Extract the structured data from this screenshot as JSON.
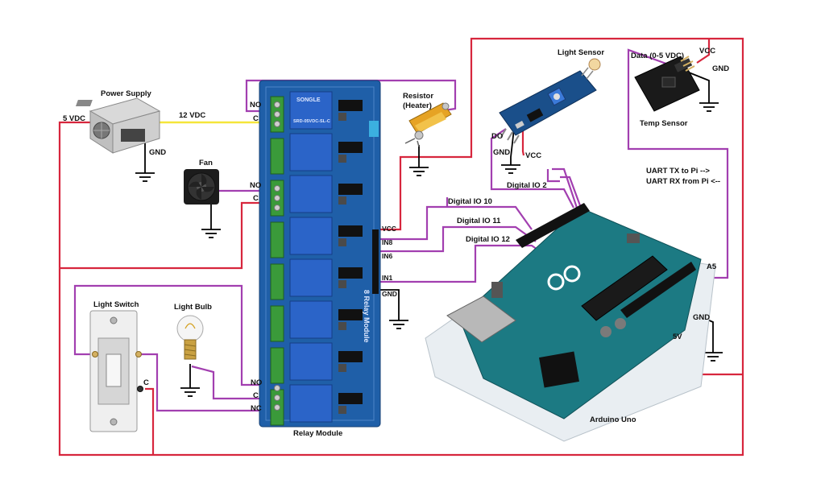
{
  "colors": {
    "power_wire": "#d7263d",
    "signal_wire": "#a23fb0",
    "dc12_wire": "#f5e63a",
    "ground_wire": "#000000",
    "relay_board": "#1f5fa8",
    "relay_block": "#2b64c8",
    "arduino_board": "#1c7a83",
    "sensor_board": "#1a4f8a"
  },
  "components": {
    "power_supply": "Power Supply",
    "fan": "Fan",
    "resistor": "Resistor",
    "resistor_sub": "(Heater)",
    "light_sensor": "Light Sensor",
    "temp_sensor": "Temp Sensor",
    "light_switch": "Light Switch",
    "light_bulb": "Light Bulb",
    "relay_module": "Relay Module",
    "arduino": "Arduino Uno"
  },
  "wires": {
    "v5": "5 VDC",
    "v12": "12 VDC",
    "gnd": "GND",
    "vcc": "VCC",
    "no": "NO",
    "c": "C",
    "nc": "NC",
    "do": "DO",
    "data": "Data (0-5 VDC)",
    "five_v": "5V",
    "a5": "A5"
  },
  "pins": {
    "in8": "IN8",
    "in6": "IN6",
    "in1": "IN1",
    "dio2": "Digital IO 2",
    "dio10": "Digital IO 10",
    "dio11": "Digital IO 11",
    "dio12": "Digital IO 12",
    "uart_tx": "UART TX to Pi -->",
    "uart_rx": "UART RX from Pi <--"
  },
  "relay_board_text": {
    "side_text": "8 Relay Module",
    "brand": "SONGLE",
    "model": "SRD-05VDC-SL-C"
  }
}
